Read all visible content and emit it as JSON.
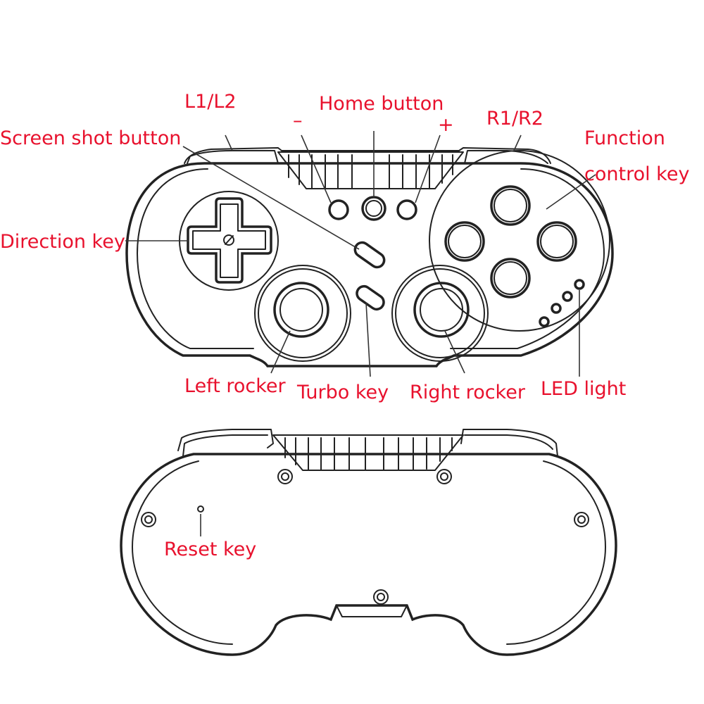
{
  "labels": {
    "l1_l2": "L1/L2",
    "home_button": "Home button",
    "minus": "–",
    "plus": "+",
    "r1_r2": "R1/R2",
    "screenshot_button": "Screen shot button",
    "function_line1": "Function",
    "function_line2": "control key",
    "direction_key": "Direction key",
    "left_rocker": "Left rocker",
    "turbo_key": "Turbo key",
    "right_rocker": "Right rocker",
    "led_light": "LED light",
    "reset_key": "Reset key"
  },
  "colors": {
    "label": "#e8112d",
    "line": "#222222",
    "background": "#ffffff"
  }
}
